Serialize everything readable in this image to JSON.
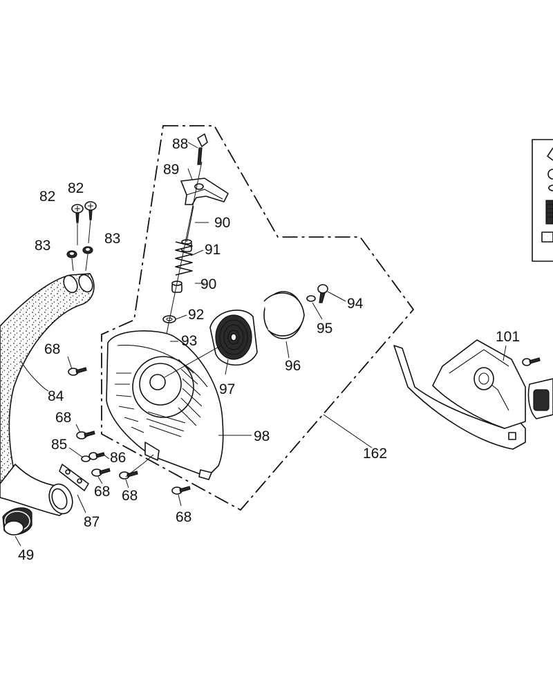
{
  "diagram": {
    "callouts": {
      "p49": "49",
      "p68a": "68",
      "p68b": "68",
      "p68c": "68",
      "p68d": "68",
      "p68e": "68",
      "p82a": "82",
      "p82b": "82",
      "p83a": "83",
      "p83b": "83",
      "p84": "84",
      "p85": "85",
      "p86": "86",
      "p87": "87",
      "p88": "88",
      "p89": "89",
      "p90a": "90",
      "p90b": "90",
      "p91": "91",
      "p92": "92",
      "p93": "93",
      "p94": "94",
      "p95": "95",
      "p96": "96",
      "p97": "97",
      "p98": "98",
      "p101": "101",
      "p162": "162"
    }
  }
}
